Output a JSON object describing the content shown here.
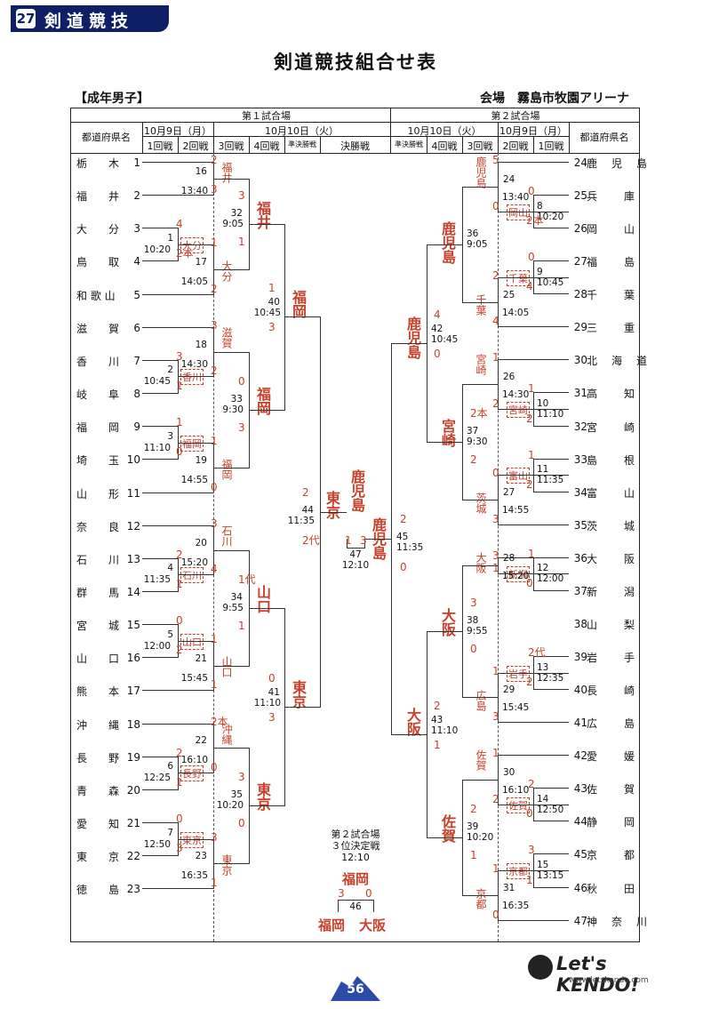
{
  "header": {
    "badge_num": "27",
    "badge_text": "剣道競技",
    "title": "剣道競技組合せ表",
    "section": "【成年男子】",
    "venue": "会場　霧島市牧園アリーナ"
  },
  "table_header": {
    "venue1": "第１試合場",
    "venue2": "第２試合場",
    "date_oct9_left": "10月9日（月）",
    "date_oct10_left": "10月10日（火）",
    "date_oct10_right": "10月10日（火）",
    "date_oct9_right": "10月9日（月）",
    "pref_col": "都道府県名",
    "r1": "1回戦",
    "r2": "2回戦",
    "r3": "3回戦",
    "r4": "4回戦",
    "semi": "準決勝戦",
    "final": "決勝戦"
  },
  "left_teams": [
    {
      "name": "栃　　木",
      "n": "1"
    },
    {
      "name": "福　　井",
      "n": "2"
    },
    {
      "name": "大　　分",
      "n": "3"
    },
    {
      "name": "鳥　　取",
      "n": "4"
    },
    {
      "name": "和 歌 山",
      "n": "5"
    },
    {
      "name": "滋　　賀",
      "n": "6"
    },
    {
      "name": "香　　川",
      "n": "7"
    },
    {
      "name": "岐　　阜",
      "n": "8"
    },
    {
      "name": "福　　岡",
      "n": "9"
    },
    {
      "name": "埼　　玉",
      "n": "10"
    },
    {
      "name": "山　　形",
      "n": "11"
    },
    {
      "name": "奈　　良",
      "n": "12"
    },
    {
      "name": "石　　川",
      "n": "13"
    },
    {
      "name": "群　　馬",
      "n": "14"
    },
    {
      "name": "宮　　城",
      "n": "15"
    },
    {
      "name": "山　　口",
      "n": "16"
    },
    {
      "name": "熊　　本",
      "n": "17"
    },
    {
      "name": "沖　　縄",
      "n": "18"
    },
    {
      "name": "長　　野",
      "n": "19"
    },
    {
      "name": "青　　森",
      "n": "20"
    },
    {
      "name": "愛　　知",
      "n": "21"
    },
    {
      "name": "東　　京",
      "n": "22"
    },
    {
      "name": "徳　　島",
      "n": "23"
    }
  ],
  "right_teams": [
    {
      "name": "鹿　児　島",
      "n": "24"
    },
    {
      "name": "兵　　庫",
      "n": "25"
    },
    {
      "name": "岡　　山",
      "n": "26"
    },
    {
      "name": "福　　島",
      "n": "27"
    },
    {
      "name": "千　　葉",
      "n": "28"
    },
    {
      "name": "三　　重",
      "n": "29"
    },
    {
      "name": "北　海　道",
      "n": "30"
    },
    {
      "name": "高　　知",
      "n": "31"
    },
    {
      "name": "宮　　崎",
      "n": "32"
    },
    {
      "name": "島　　根",
      "n": "33"
    },
    {
      "name": "富　　山",
      "n": "34"
    },
    {
      "name": "茨　　城",
      "n": "35"
    },
    {
      "name": "大　　阪",
      "n": "36"
    },
    {
      "name": "新　　潟",
      "n": "37"
    },
    {
      "name": "山　　梨",
      "n": "38"
    },
    {
      "name": "岩　　手",
      "n": "39"
    },
    {
      "name": "長　　崎",
      "n": "40"
    },
    {
      "name": "広　　島",
      "n": "41"
    },
    {
      "name": "愛　　媛",
      "n": "42"
    },
    {
      "name": "佐　　賀",
      "n": "43"
    },
    {
      "name": "静　　岡",
      "n": "44"
    },
    {
      "name": "京　　都",
      "n": "45"
    },
    {
      "name": "秋　　田",
      "n": "46"
    },
    {
      "name": "神　奈　川",
      "n": "47"
    }
  ],
  "left_r1": [
    {
      "no": "1",
      "time": "10:20",
      "winner": "大分",
      "s1": "4",
      "s2": "2本"
    },
    {
      "no": "2",
      "time": "10:45",
      "winner": "香川",
      "s1": "3",
      "s2": "1"
    },
    {
      "no": "3",
      "time": "11:10",
      "winner": "福岡",
      "s1": "1",
      "s2": "0"
    },
    {
      "no": "4",
      "time": "11:35",
      "winner": "石川",
      "s1": "2",
      "s2": "1"
    },
    {
      "no": "5",
      "time": "12:00",
      "winner": "山口",
      "s1": "0",
      "s2": "2"
    },
    {
      "no": "6",
      "time": "12:25",
      "winner": "長野",
      "s1": "2",
      "s2": "1"
    },
    {
      "no": "7",
      "time": "12:50",
      "winner": "東京",
      "s1": "0",
      "s2": "3"
    }
  ],
  "left_r2": [
    {
      "no": "16",
      "time": "13:40",
      "s1": "2",
      "s2": "3"
    },
    {
      "no": "17",
      "time": "14:05",
      "s1": "1",
      "s2": "2"
    },
    {
      "no": "18",
      "time": "14:30",
      "s1": "3",
      "s2": "2"
    },
    {
      "no": "19",
      "time": "14:55",
      "s1": "1",
      "s2": "0"
    },
    {
      "no": "20",
      "time": "15:20",
      "s1": "3",
      "s2": "4"
    },
    {
      "no": "21",
      "time": "15:45",
      "s1": "1",
      "s2": "1"
    },
    {
      "no": "22",
      "time": "16:10",
      "s1": "2本",
      "s2": "0"
    },
    {
      "no": "23",
      "time": "16:35",
      "s1": "3",
      "s2": "1"
    }
  ],
  "left_r2_winners": [
    "福井",
    "大分",
    "滋賀",
    "福岡",
    "石川",
    "山口",
    "沖縄",
    "東京"
  ],
  "left_r3": [
    {
      "no": "32",
      "time": "9:05",
      "winner": "福井",
      "s1": "3",
      "s2": "1"
    },
    {
      "no": "33",
      "time": "9:30",
      "winner": "福岡",
      "s1": "0",
      "s2": "3"
    },
    {
      "no": "34",
      "time": "9:55",
      "winner": "山口",
      "s1": "1代",
      "s2": "1"
    },
    {
      "no": "35",
      "time": "10:20",
      "winner": "東京",
      "s1": "3",
      "s2": "0"
    }
  ],
  "left_r4": [
    {
      "no": "40",
      "time": "10:45",
      "winner": "福岡",
      "s1": "1",
      "s2": "3"
    },
    {
      "no": "41",
      "time": "11:10",
      "winner": "東京",
      "s1": "0",
      "s2": "3"
    }
  ],
  "left_semi": {
    "no": "44",
    "time": "11:35",
    "winner": "東京",
    "s1": "2",
    "s2": "2代"
  },
  "final": {
    "no": "47",
    "time": "12:10",
    "champion": "鹿児島",
    "s1": "1",
    "s2": "3",
    "left": "東京",
    "right": "鹿児島"
  },
  "right_semi": {
    "no": "45",
    "time": "11:35",
    "winner": "鹿児島",
    "s1": "2",
    "s2": "0"
  },
  "right_r4": [
    {
      "no": "42",
      "time": "10:45",
      "winner": "鹿児島",
      "s1": "4",
      "s2": "0"
    },
    {
      "no": "43",
      "time": "11:10",
      "winner": "大阪",
      "s1": "2",
      "s2": "1"
    }
  ],
  "right_r3": [
    {
      "no": "36",
      "time": "9:05",
      "winner": "鹿児島"
    },
    {
      "no": "37",
      "time": "9:30",
      "winner": "宮崎",
      "s1": "2本",
      "s2": "2"
    },
    {
      "no": "38",
      "time": "9:55",
      "winner": "大阪",
      "s1": "3",
      "s2": "0"
    },
    {
      "no": "39",
      "time": "10:20",
      "winner": "佐賀",
      "s1": "2",
      "s2": "1"
    }
  ],
  "right_r2_winners": [
    "鹿児島",
    "千葉",
    "宮崎",
    "茨城",
    "大阪",
    "広島",
    "佐賀",
    "京都"
  ],
  "right_r2": [
    {
      "no": "24",
      "time": "13:40",
      "s1": "5",
      "s2": "0"
    },
    {
      "no": "25",
      "time": "14:05",
      "s1": "2",
      "s2": "4"
    },
    {
      "no": "26",
      "time": "14:30",
      "s1": "1",
      "s2": "2"
    },
    {
      "no": "27",
      "time": "14:55",
      "s1": "0",
      "s2": "3"
    },
    {
      "no": "28",
      "time": "15:20",
      "s1": "3",
      "s2": "1"
    },
    {
      "no": "29",
      "time": "15:45",
      "s1": "1",
      "s2": "3"
    },
    {
      "no": "30",
      "time": "16:10",
      "s1": "1",
      "s2": "2"
    },
    {
      "no": "31",
      "time": "16:35",
      "s1": "1",
      "s2": "0"
    }
  ],
  "right_r1": [
    {
      "no": "8",
      "time": "10:20",
      "winner": "岡山",
      "s1": "0",
      "s2": "2本"
    },
    {
      "no": "9",
      "time": "10:45",
      "winner": "千葉",
      "s1": "0",
      "s2": "4"
    },
    {
      "no": "10",
      "time": "11:10",
      "winner": "宮崎",
      "s1": "1",
      "s2": "2"
    },
    {
      "no": "11",
      "time": "11:35",
      "winner": "富山",
      "s1": "1",
      "s2": "2"
    },
    {
      "no": "12",
      "time": "12:00",
      "winner": "新潟",
      "s1": "1",
      "s2": "0"
    },
    {
      "no": "13",
      "time": "12:35",
      "winner": "岩手",
      "s1": "2代",
      "s2": "2"
    },
    {
      "no": "14",
      "time": "12:50",
      "winner": "佐賀",
      "s1": "2",
      "s2": "0"
    },
    {
      "no": "15",
      "time": "13:15",
      "winner": "京都",
      "s1": "3",
      "s2": "1"
    }
  ],
  "third_place": {
    "venue": "第２試合場",
    "label": "３位決定戦",
    "time": "12:10",
    "no": "46",
    "winner": "福岡",
    "s1": "3",
    "s2": "0",
    "left": "福岡",
    "right": "大阪"
  },
  "footer": {
    "page": "56",
    "logo": "Let's KENDO!",
    "url": "www.letskendo.com"
  }
}
